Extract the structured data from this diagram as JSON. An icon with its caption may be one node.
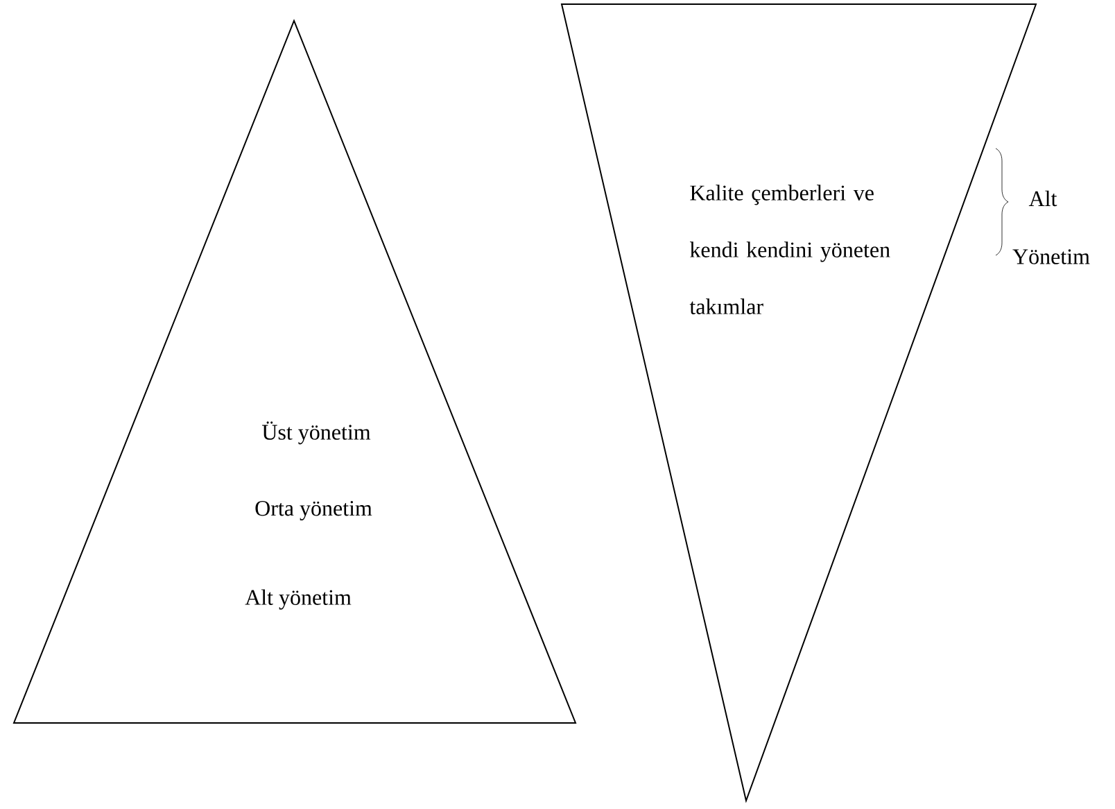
{
  "diagram": {
    "nodes": [
      {
        "text": [
          "Üst yönetim",
          "Orta yönetim",
          "Alt yönetim"
        ]
      },
      {
        "text": [
          "Kalite çemberleri ve kendi kendini yöneten takımlar"
        ]
      }
    ],
    "labels": [
      "Alt",
      "Yönetim"
    ]
  }
}
